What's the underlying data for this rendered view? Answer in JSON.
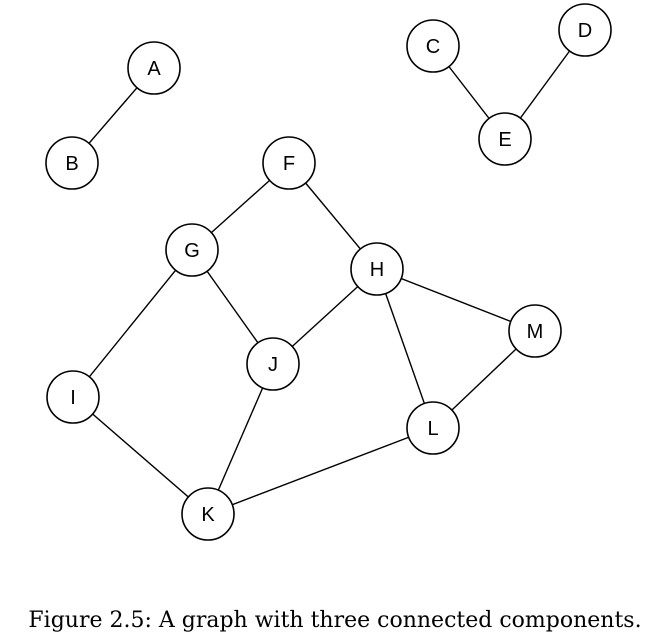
{
  "figure": {
    "caption": "Figure 2.5: A graph with three connected components."
  },
  "graph": {
    "nodes": [
      "A",
      "B",
      "C",
      "D",
      "E",
      "F",
      "G",
      "H",
      "I",
      "J",
      "K",
      "L",
      "M"
    ],
    "edges": [
      [
        "A",
        "B"
      ],
      [
        "C",
        "E"
      ],
      [
        "D",
        "E"
      ],
      [
        "F",
        "G"
      ],
      [
        "F",
        "H"
      ],
      [
        "G",
        "I"
      ],
      [
        "G",
        "J"
      ],
      [
        "H",
        "J"
      ],
      [
        "H",
        "L"
      ],
      [
        "H",
        "M"
      ],
      [
        "J",
        "K"
      ],
      [
        "I",
        "K"
      ],
      [
        "K",
        "L"
      ],
      [
        "L",
        "M"
      ]
    ]
  }
}
